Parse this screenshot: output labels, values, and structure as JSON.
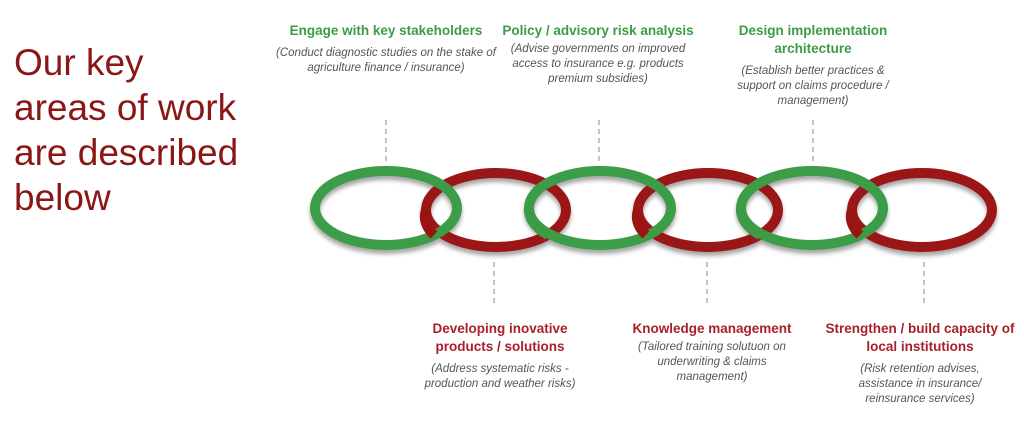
{
  "title_lines": [
    "Our key",
    "areas of work",
    "are described",
    "below"
  ],
  "colors": {
    "green": "#3c9c46",
    "red": "#9b1414",
    "title": "#8a1616"
  },
  "top_items": [
    {
      "heading": "Engage with key stakeholders",
      "description": "(Conduct diagnostic studies on the stake of agriculture finance / insurance)"
    },
    {
      "heading": "Policy / advisory risk analysis",
      "description": "(Advise governments on improved access to insurance e.g. products premium subsidies)"
    },
    {
      "heading": "Design implementation architecture",
      "description": "(Establish better practices & support on claims procedure / management)"
    }
  ],
  "bottom_items": [
    {
      "heading": "Developing inovative products / solutions",
      "description": "(Address systematic risks - production and weather risks)"
    },
    {
      "heading": "Knowledge management",
      "description": "(Tailored training solutuon on underwriting & claims management)"
    },
    {
      "heading": "Strengthen / build capacity of local institutions",
      "description": "(Risk retention advises, assistance in insurance/ reinsurance services)"
    }
  ]
}
